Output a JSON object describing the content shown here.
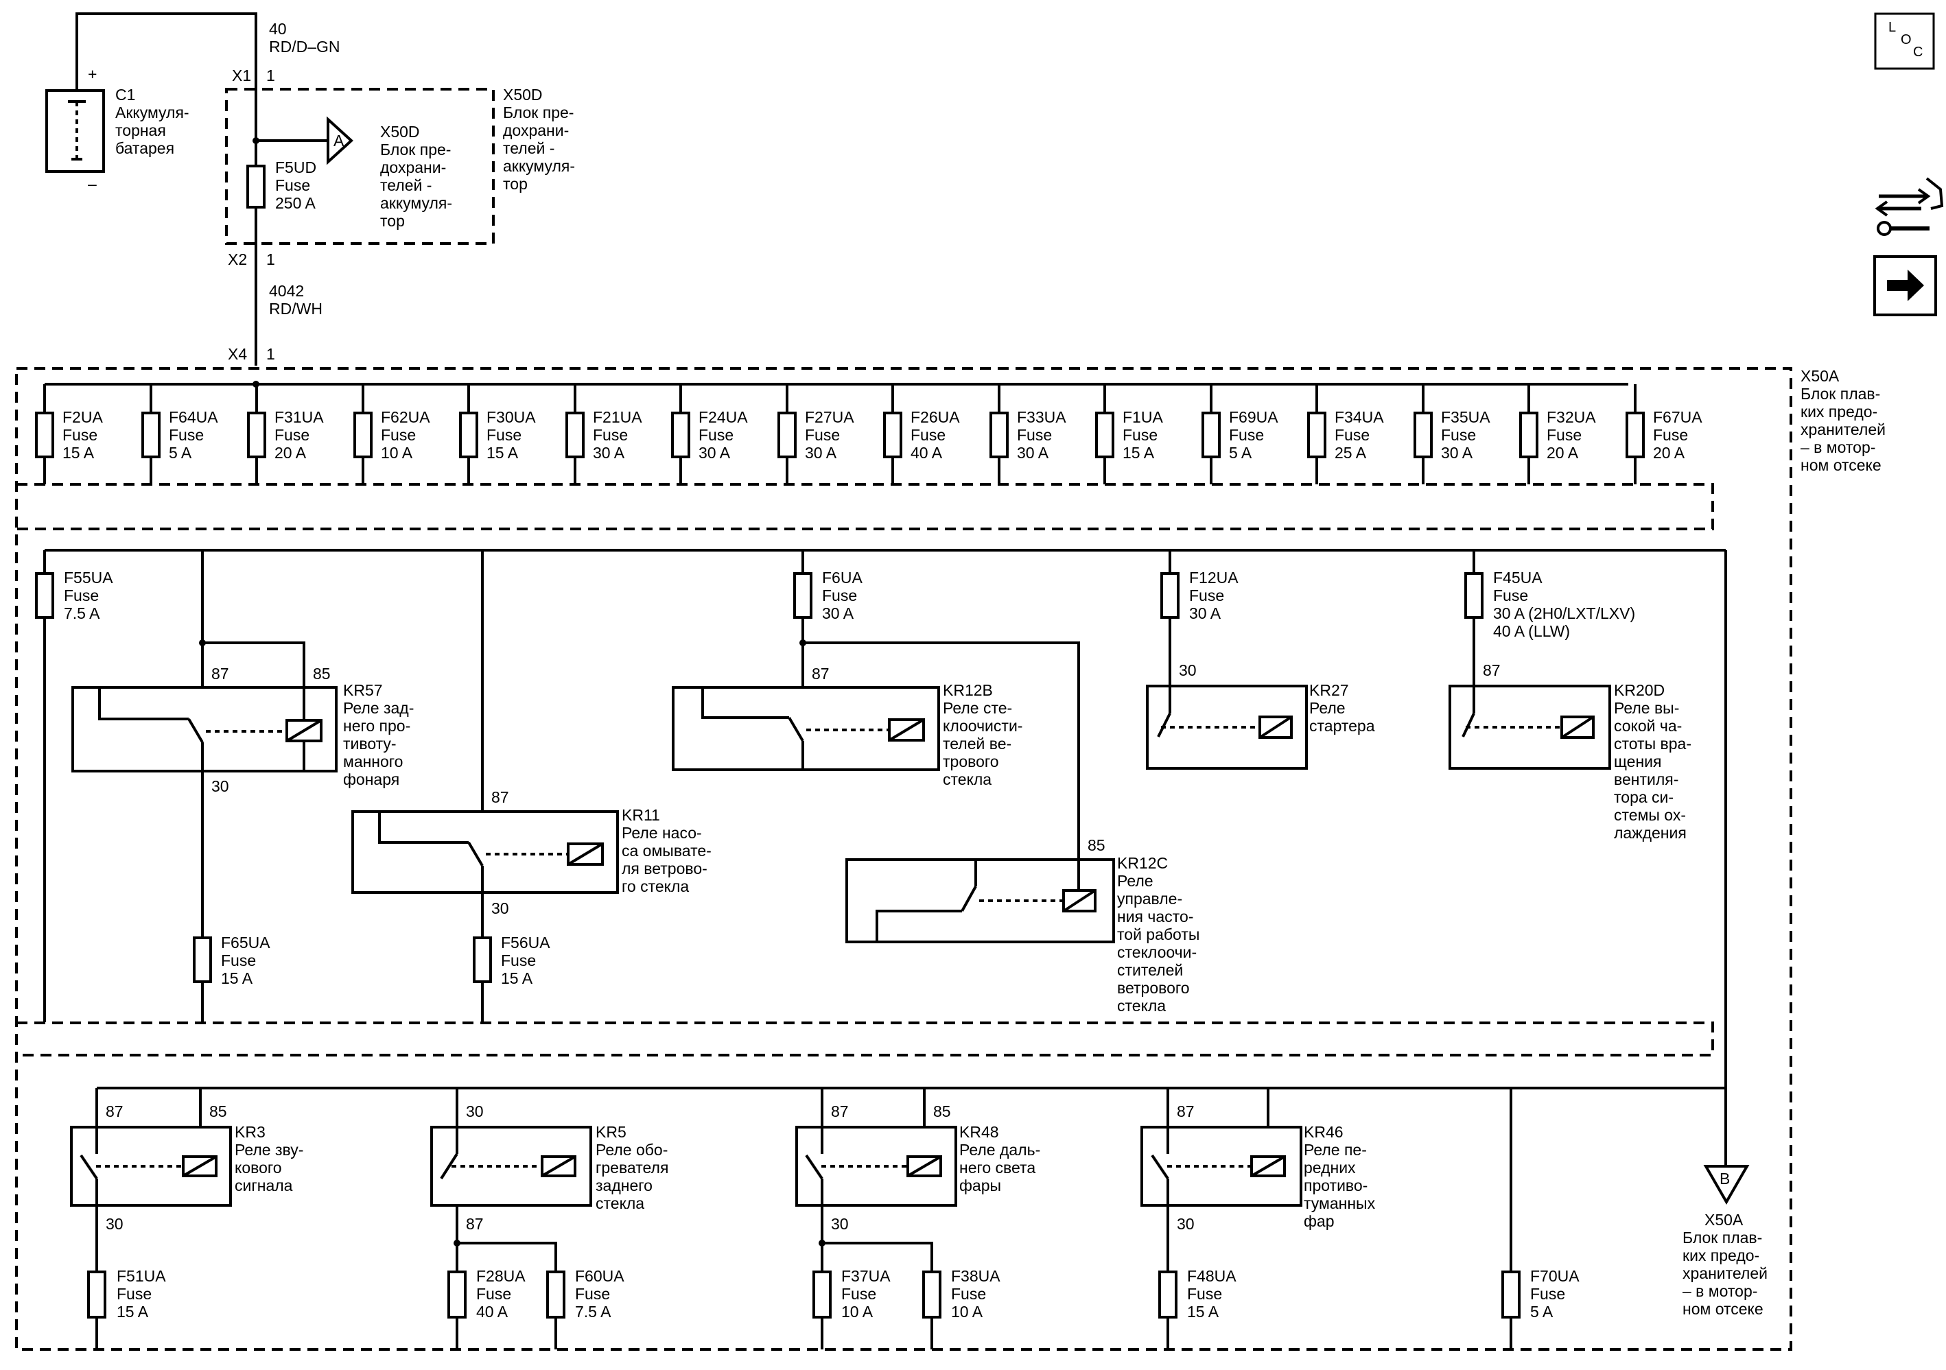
{
  "battery": {
    "id": "C1",
    "name": [
      "Аккумуля-",
      "торная",
      "батарея"
    ],
    "plus": "+",
    "minus": "–"
  },
  "wires": {
    "w40": [
      "40",
      "RD/D–GN"
    ],
    "w4042": [
      "4042",
      "RD/WH"
    ]
  },
  "connectors": {
    "x1": "X1",
    "x2": "X2",
    "x4": "X4",
    "pin": "1"
  },
  "x50d": {
    "id": "X50D",
    "name": [
      "Блок пре-",
      "дохрани-",
      "телей -",
      "аккумуля-",
      "тор"
    ]
  },
  "x50d_ref": {
    "id": "X50D",
    "name": [
      "Блок пре-",
      "дохрани-",
      "телей -",
      "аккумуля-",
      "тор"
    ]
  },
  "main_fuse": {
    "id": "F5UD",
    "type": "Fuse",
    "rating": "250 A"
  },
  "ref_a": "A",
  "ref_b": "B",
  "x50a": {
    "id": "X50A",
    "name": [
      "Блок плав-",
      "ких предо-",
      "хранителей",
      "– в мотор-",
      "ном отсеке"
    ]
  },
  "x50a_ref": {
    "id": "X50A",
    "name": [
      "Блок плав-",
      "ких предо-",
      "хранителей",
      "– в мотор-",
      "ном отсеке"
    ]
  },
  "top_fuses": [
    {
      "id": "F2UA",
      "type": "Fuse",
      "rating": "15 A"
    },
    {
      "id": "F64UA",
      "type": "Fuse",
      "rating": "5 A"
    },
    {
      "id": "F31UA",
      "type": "Fuse",
      "rating": "20 A"
    },
    {
      "id": "F62UA",
      "type": "Fuse",
      "rating": "10 A"
    },
    {
      "id": "F30UA",
      "type": "Fuse",
      "rating": "15 A"
    },
    {
      "id": "F21UA",
      "type": "Fuse",
      "rating": "30 A"
    },
    {
      "id": "F24UA",
      "type": "Fuse",
      "rating": "30 A"
    },
    {
      "id": "F27UA",
      "type": "Fuse",
      "rating": "30 A"
    },
    {
      "id": "F26UA",
      "type": "Fuse",
      "rating": "40 A"
    },
    {
      "id": "F33UA",
      "type": "Fuse",
      "rating": "30 A"
    },
    {
      "id": "F1UA",
      "type": "Fuse",
      "rating": "15 A"
    },
    {
      "id": "F69UA",
      "type": "Fuse",
      "rating": "5 A"
    },
    {
      "id": "F34UA",
      "type": "Fuse",
      "rating": "25 A"
    },
    {
      "id": "F35UA",
      "type": "Fuse",
      "rating": "30 A"
    },
    {
      "id": "F32UA",
      "type": "Fuse",
      "rating": "20 A"
    },
    {
      "id": "F67UA",
      "type": "Fuse",
      "rating": "20 A"
    }
  ],
  "mid_fuses": {
    "f55": {
      "id": "F55UA",
      "type": "Fuse",
      "rating": "7.5 A"
    },
    "f6": {
      "id": "F6UA",
      "type": "Fuse",
      "rating": "30 A"
    },
    "f12": {
      "id": "F12UA",
      "type": "Fuse",
      "rating": "30 A"
    },
    "f45": {
      "id": "F45UA",
      "type": "Fuse",
      "rating": "30 A (2H0/LXT/LXV)",
      "rating2": "40 A (LLW)"
    },
    "f65": {
      "id": "F65UA",
      "type": "Fuse",
      "rating": "15 A"
    },
    "f56": {
      "id": "F56UA",
      "type": "Fuse",
      "rating": "15 A"
    }
  },
  "relays": {
    "kr57": {
      "id": "KR57",
      "name": [
        "Реле зад-",
        "него про-",
        "тивоту-",
        "манного",
        "фонаря"
      ],
      "p1": "87",
      "p2": "85",
      "p3": "30"
    },
    "kr11": {
      "id": "KR11",
      "name": [
        "Реле насо-",
        "са омывате-",
        "ля ветрово-",
        "го стекла"
      ],
      "p1": "87",
      "p3": "30"
    },
    "kr12b": {
      "id": "KR12B",
      "name": [
        "Реле сте-",
        "клоочисти-",
        "телей ве-",
        "трового",
        "стекла"
      ],
      "p1": "87"
    },
    "kr12c": {
      "id": "KR12C",
      "name": [
        "Реле",
        "управле-",
        "ния часто-",
        "той работы",
        "стеклоочи-",
        "стителей",
        "ветрового",
        "стекла"
      ],
      "p2": "85"
    },
    "kr27": {
      "id": "KR27",
      "name": [
        "Реле",
        "стартера"
      ],
      "p3": "30"
    },
    "kr20d": {
      "id": "KR20D",
      "name": [
        "Реле вы-",
        "сокой ча-",
        "стоты вра-",
        "щения",
        "вентиля-",
        "тора си-",
        "стемы ох-",
        "лаждения"
      ],
      "p1": "87"
    },
    "kr3": {
      "id": "KR3",
      "name": [
        "Реле зву-",
        "кового",
        "сигнала"
      ],
      "p1": "87",
      "p2": "85",
      "p3": "30"
    },
    "kr5": {
      "id": "KR5",
      "name": [
        "Реле обо-",
        "гревателя",
        "заднего",
        "стекла"
      ],
      "p1": "30",
      "p3": "87"
    },
    "kr48": {
      "id": "KR48",
      "name": [
        "Реле даль-",
        "него света",
        "фары"
      ],
      "p1": "87",
      "p2": "85",
      "p3": "30"
    },
    "kr46": {
      "id": "KR46",
      "name": [
        "Реле пе-",
        "редних",
        "противо-",
        "туманных",
        "фар"
      ],
      "p1": "87",
      "p3": "30"
    }
  },
  "bottom_fuses": {
    "f51": {
      "id": "F51UA",
      "type": "Fuse",
      "rating": "15 A"
    },
    "f28": {
      "id": "F28UA",
      "type": "Fuse",
      "rating": "40 A"
    },
    "f60": {
      "id": "F60UA",
      "type": "Fuse",
      "rating": "7.5 A"
    },
    "f37": {
      "id": "F37UA",
      "type": "Fuse",
      "rating": "10 A"
    },
    "f38": {
      "id": "F38UA",
      "type": "Fuse",
      "rating": "10 A"
    },
    "f48": {
      "id": "F48UA",
      "type": "Fuse",
      "rating": "15 A"
    },
    "f70": {
      "id": "F70UA",
      "type": "Fuse",
      "rating": "5 A"
    }
  },
  "loc_box": [
    "L",
    "O",
    "C"
  ]
}
